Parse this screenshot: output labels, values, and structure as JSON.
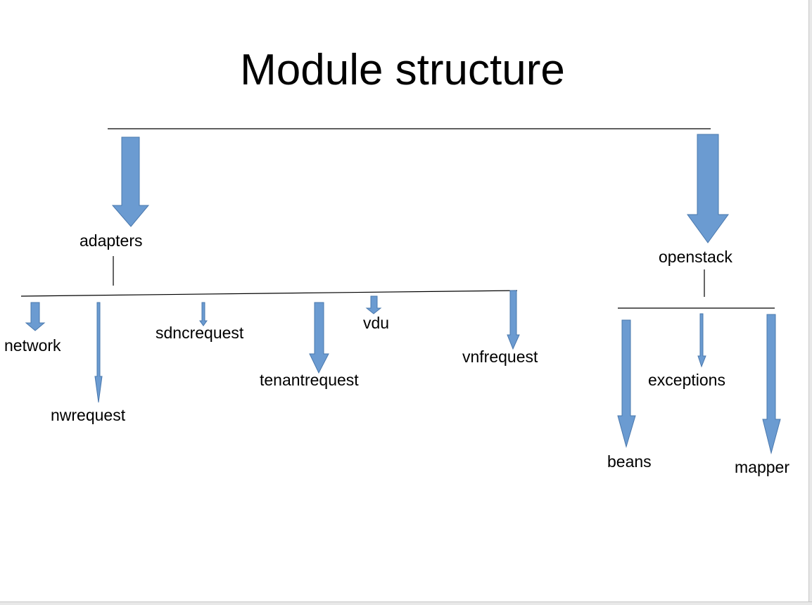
{
  "title": "Module structure",
  "colors": {
    "arrow_fill": "#6b9bd1",
    "arrow_stroke": "#4a78ad",
    "line": "#000000"
  },
  "nodes": {
    "adapters": "adapters",
    "openstack": "openstack",
    "network": "network",
    "nwrequest": "nwrequest",
    "sdncrequest": "sdncrequest",
    "tenantrequest": "tenantrequest",
    "vdu": "vdu",
    "vnfrequest": "vnfrequest",
    "exceptions": "exceptions",
    "beans": "beans",
    "mapper": "mapper"
  }
}
